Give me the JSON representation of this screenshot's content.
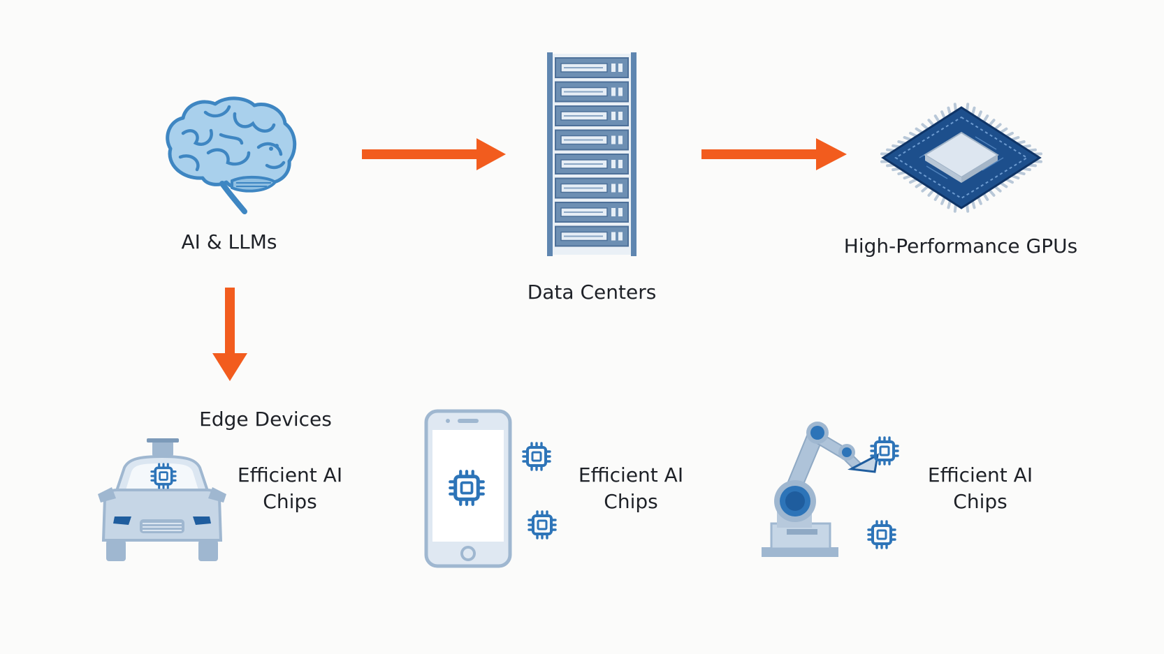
{
  "nodes": {
    "ai": {
      "label": "AI & LLMs",
      "icon": "brain-icon"
    },
    "datacenter": {
      "label": "Data Centers",
      "icon": "server-rack-icon"
    },
    "gpu": {
      "label": "High-Performance GPUs",
      "icon": "gpu-chip-icon"
    },
    "edge": {
      "label": "Edge Devices"
    }
  },
  "edge_examples": [
    {
      "icon": "car-icon",
      "label_line1": "Efficient AI",
      "label_line2": "Chips"
    },
    {
      "icon": "smartphone-icon",
      "label_line1": "Efficient AI",
      "label_line2": "Chips"
    },
    {
      "icon": "robotic-arm-icon",
      "label_line1": "Efficient AI",
      "label_line2": "Chips"
    }
  ],
  "colors": {
    "arrow": "#f25c1e",
    "icon_light": "#a9c2dd",
    "icon_mid": "#5f86b0",
    "icon_dark": "#1f5d9e",
    "chip_blue": "#2d74b8"
  }
}
